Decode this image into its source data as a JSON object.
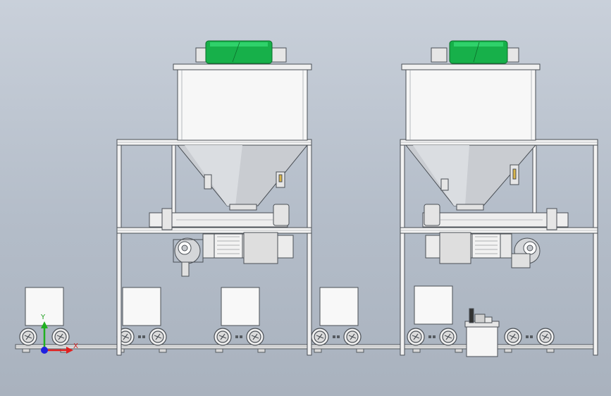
{
  "scene": {
    "background": "#b9c1cc",
    "colors": {
      "frame": "#f2f2f2",
      "frame_edge": "#555a60",
      "hopper_body": "#f4f4f4",
      "hopper_cone": "#c6c9ce",
      "motor_green": "#18b24a",
      "motor_grey": "#d7dadd",
      "bin_fill": "#f8f8f8",
      "conveyor": "#dcdcdc",
      "axis_x": "#e02020",
      "axis_y": "#20b020",
      "axis_origin": "#2020e0"
    },
    "machines": [
      "left-hopper-station",
      "right-hopper-station"
    ],
    "axis": {
      "x_label": "X",
      "y_label": "Y"
    }
  }
}
